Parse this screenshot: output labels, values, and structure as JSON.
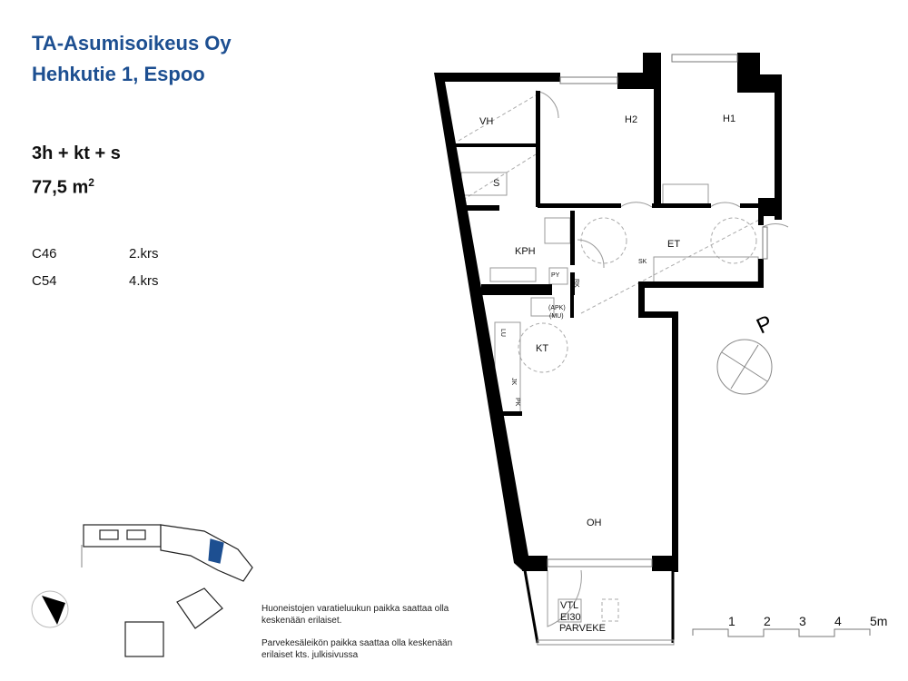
{
  "header": {
    "company": "TA-Asumisoikeus Oy",
    "address": "Hehkutie 1, Espoo",
    "apartment_type": "3h + kt + s",
    "area": "77,5 m",
    "area_sup": "2"
  },
  "units": [
    {
      "id": "C46",
      "floor": "2.krs"
    },
    {
      "id": "C54",
      "floor": "4.krs"
    }
  ],
  "rooms": {
    "vh": "VH",
    "h2": "H2",
    "h1": "H1",
    "s": "S",
    "kph": "KPH",
    "et": "ET",
    "kt": "KT",
    "oh": "OH",
    "parveke": "PARVEKE",
    "sk": "SK",
    "py": "PY",
    "rk": "RK",
    "apk": "(APK)",
    "mu": "(MU)",
    "lu": "LU",
    "jk": "JK",
    "pk": "PK",
    "vtl": "VTL",
    "ei30": "EI30"
  },
  "north_label": "P",
  "notes": [
    "Huoneistojen varatieluukun paikka saattaa olla",
    "keskenään erilaiset.",
    "Parvekesäleikön paikka saattaa olla keskenään",
    "erilaiset kts. julkisivussa"
  ],
  "scale_bar": {
    "labels": [
      "1",
      "2",
      "3",
      "4",
      "5m"
    ]
  },
  "colors": {
    "brand": "#1d4f91",
    "highlight": "#1d4f91"
  }
}
